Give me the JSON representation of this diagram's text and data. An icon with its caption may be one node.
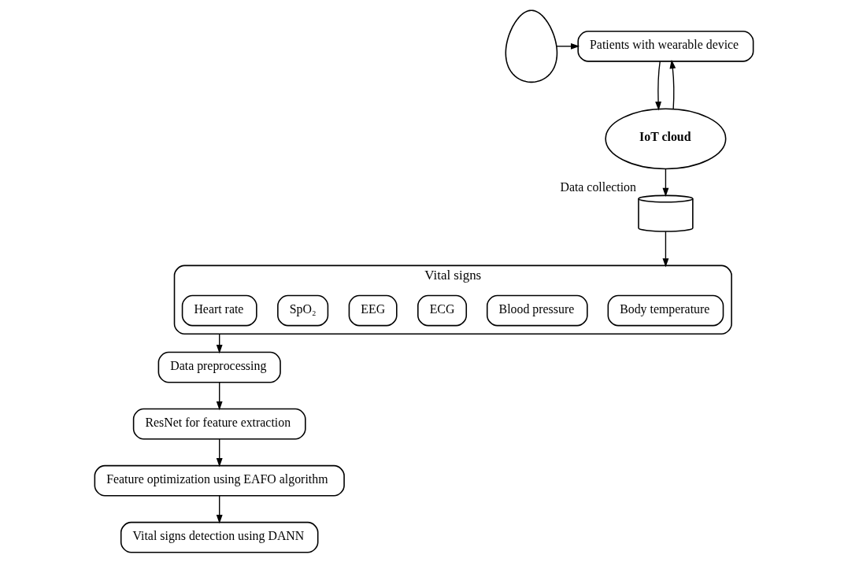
{
  "diagram": {
    "nodes": [
      {
        "text": [],
        "shape": "person"
      },
      {
        "text": [
          "Patients with wearable device"
        ]
      },
      {
        "text": [
          "IoT cloud"
        ]
      },
      {
        "text": [],
        "shape": "cylinder",
        "beside": [
          "Data collection"
        ]
      },
      {
        "text": [
          "Vital signs"
        ]
      },
      {
        "text": [
          "Body temperature"
        ],
        "in": 4
      },
      {
        "text": [
          "Blood pressure"
        ],
        "in": 4
      },
      {
        "text": [
          "ECG"
        ],
        "in": 4
      },
      {
        "text": [
          "EEG"
        ],
        "in": 4
      },
      {
        "text": [
          "SpO₂"
        ],
        "in": 4
      },
      {
        "text": [
          "Heart rate"
        ],
        "in": 4
      },
      {
        "text": [
          "Data preprocessing"
        ]
      },
      {
        "text": [
          "ResNet for feature extraction"
        ]
      },
      {
        "text": [
          "Feature optimization using EAFO algorithm"
        ]
      },
      {
        "text": [
          "Vital signs detection using DANN"
        ]
      }
    ],
    "edges": [
      {
        "from": 0,
        "to": 1,
        "arrow": "to"
      },
      {
        "from": 1,
        "to": 2,
        "arrow": "to"
      },
      {
        "from": 2,
        "to": 1,
        "arrow": "to"
      },
      {
        "from": 2,
        "to": 3,
        "arrow": "to"
      },
      {
        "from": 3,
        "to": 4,
        "arrow": "to"
      },
      {
        "from": 4,
        "to": 11,
        "arrow": "to"
      },
      {
        "from": 11,
        "to": 12,
        "arrow": "to"
      },
      {
        "from": 12,
        "to": 13,
        "arrow": "to"
      },
      {
        "from": 13,
        "to": 14,
        "arrow": "to"
      }
    ]
  }
}
